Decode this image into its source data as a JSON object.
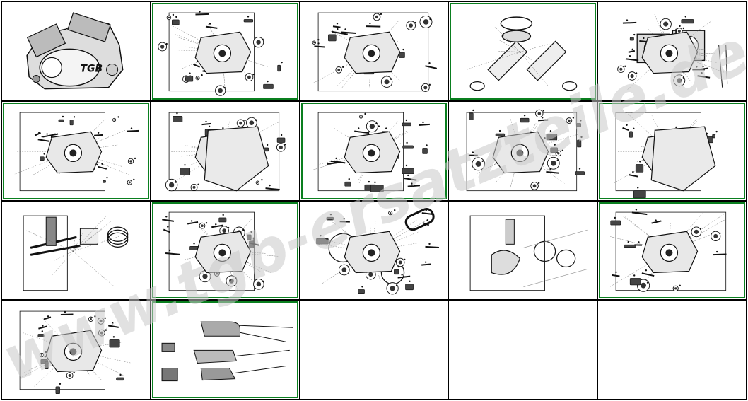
{
  "watermark": "www.tgb-ersatzteile.de",
  "logo_text": "TGB",
  "cells": [
    {
      "id": 1,
      "kind": "engine",
      "highlight": false
    },
    {
      "id": 2,
      "kind": "parts",
      "highlight": true
    },
    {
      "id": 3,
      "kind": "parts",
      "highlight": false
    },
    {
      "id": 4,
      "kind": "intake",
      "highlight": true
    },
    {
      "id": 5,
      "kind": "cylinder",
      "highlight": false
    },
    {
      "id": 6,
      "kind": "parts",
      "highlight": true
    },
    {
      "id": 7,
      "kind": "crankcase",
      "highlight": false
    },
    {
      "id": 8,
      "kind": "parts",
      "highlight": true
    },
    {
      "id": 9,
      "kind": "parts",
      "highlight": false
    },
    {
      "id": 10,
      "kind": "crankcase",
      "highlight": true
    },
    {
      "id": 11,
      "kind": "crank",
      "highlight": false
    },
    {
      "id": 12,
      "kind": "parts",
      "highlight": true
    },
    {
      "id": 13,
      "kind": "cvt",
      "highlight": false
    },
    {
      "id": 14,
      "kind": "throttle",
      "highlight": false
    },
    {
      "id": 15,
      "kind": "parts",
      "highlight": true
    },
    {
      "id": 16,
      "kind": "parts",
      "highlight": false
    },
    {
      "id": 17,
      "kind": "cables",
      "highlight": true
    },
    {
      "id": 18,
      "kind": "empty",
      "highlight": false
    },
    {
      "id": 19,
      "kind": "empty",
      "highlight": false
    },
    {
      "id": 20,
      "kind": "empty",
      "highlight": false
    }
  ]
}
